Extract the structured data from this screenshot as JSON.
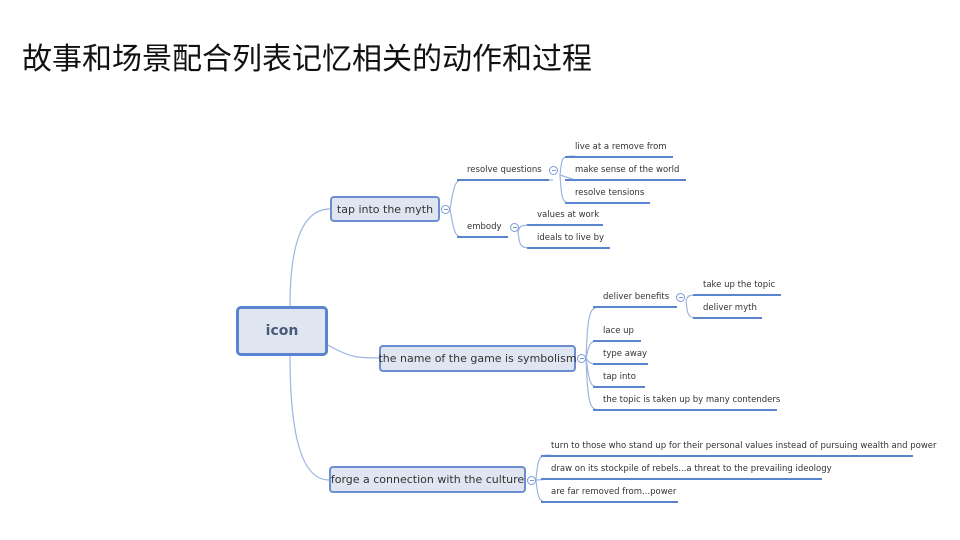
{
  "title": "故事和场景配合列表记忆相关的动作和过程",
  "mindmap": {
    "central": "icon",
    "branches": [
      {
        "label": "tap into the myth",
        "children": [
          {
            "label": "resolve questions",
            "children": [
              "live at a remove from",
              "make sense of the world",
              "resolve tensions"
            ]
          },
          {
            "label": "embody",
            "children": [
              "values at work",
              "ideals to live by"
            ]
          }
        ]
      },
      {
        "label": "the name of the game is symbolism",
        "children": [
          {
            "label": "deliver benefits",
            "children": [
              "take up the topic",
              "deliver myth"
            ]
          },
          {
            "label": "lace up"
          },
          {
            "label": "type away"
          },
          {
            "label": "tap into"
          },
          {
            "label": "the topic is taken up by many contenders"
          }
        ]
      },
      {
        "label": "forge a connection with the culture",
        "children": [
          {
            "label": "turn to those who stand up for their personal values instead of pursuing wealth and power"
          },
          {
            "label": "draw on its stockpile of rebels...a threat to the prevailing ideology"
          },
          {
            "label": "are far removed from...power"
          }
        ]
      }
    ]
  },
  "colors": {
    "line": "#5b84cf",
    "node_fill": "#dfe5f1"
  }
}
